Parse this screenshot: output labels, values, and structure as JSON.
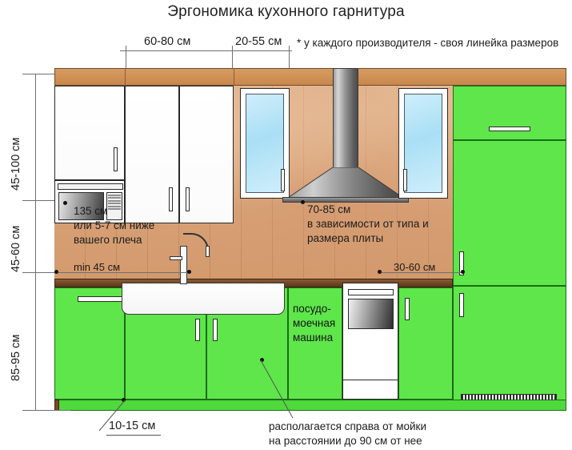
{
  "title": "Эргономика кухонного гарнитура",
  "top_dimensions": {
    "upper_cabinet_width": "60-80 см",
    "upper_cabinet_depth": "20-55 см",
    "manufacturer_note": "* у каждого производителя - своя линейка размеров"
  },
  "left_dimensions": {
    "upper_zone": "45-100 см",
    "backsplash_zone": "45-60 см",
    "lower_zone": "85-95 см"
  },
  "annotations": {
    "shoulder_height": {
      "line1": "135 см",
      "line2": "или 5-7 см ниже",
      "line3": "вашего плеча"
    },
    "hood_height": {
      "line1": "70-85 см",
      "line2": "в зависимости от типа и",
      "line3": "размера плиты"
    },
    "min_backsplash": "min 45 см",
    "cabinet_depth_right": "30-60 см",
    "dishwasher": {
      "line1": "посудо-",
      "line2": "моечная",
      "line3": "машина"
    },
    "plinth": "10-15 см",
    "dishwasher_placement": {
      "line1": "располагается справа от мойки",
      "line2": "на расстоянии до 90 см от нее"
    }
  },
  "colors": {
    "cabinet_green": "#5ee64a",
    "cornice_wood": "#cf9156",
    "backsplash_tile": "#d7a077",
    "countertop_wood": "#6f4524",
    "glass_pane": "#a9dff5",
    "appliance_gray": "#8e8e8e",
    "line_color": "#6f6f6f"
  },
  "icons": {
    "microwave": "microwave-icon",
    "hood": "range-hood-icon",
    "sink": "sink-icon",
    "faucet": "faucet-icon",
    "oven": "oven-icon",
    "grille": "ventilation-grille-icon"
  }
}
